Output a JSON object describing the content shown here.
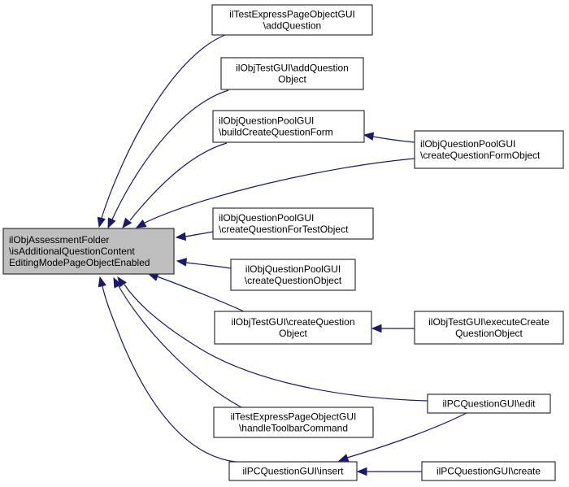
{
  "diagram": {
    "type": "call-graph",
    "edge_color": "#191970",
    "root_fill": "#bfbfbf",
    "node_fill": "#ffffff",
    "nodes": [
      {
        "id": "root",
        "lines": [
          "ilObjAssessmentFolder",
          "\\isAdditionalQuestionContent",
          "EditingModePageObjectEnabled"
        ],
        "align": "left",
        "root": true
      },
      {
        "id": "tepo_addq",
        "lines": [
          "ilTestExpressPageObjectGUI",
          "\\addQuestion"
        ],
        "align": "center"
      },
      {
        "id": "ot_addqo",
        "lines": [
          "ilObjTestGUI\\addQuestion",
          "Object"
        ],
        "align": "center"
      },
      {
        "id": "oqp_bcqf",
        "lines": [
          "ilObjQuestionPoolGUI",
          "\\buildCreateQuestionForm"
        ],
        "align": "left"
      },
      {
        "id": "oqp_cqfo",
        "lines": [
          "ilObjQuestionPoolGUI",
          "\\createQuestionFormObject"
        ],
        "align": "left"
      },
      {
        "id": "oqp_cqfto",
        "lines": [
          "ilObjQuestionPoolGUI",
          "\\createQuestionForTestObject"
        ],
        "align": "left"
      },
      {
        "id": "oqp_cqo",
        "lines": [
          "ilObjQuestionPoolGUI",
          "\\createQuestionObject"
        ],
        "align": "center"
      },
      {
        "id": "ot_cqo",
        "lines": [
          "ilObjTestGUI\\createQuestion",
          "Object"
        ],
        "align": "center"
      },
      {
        "id": "ot_ecqo",
        "lines": [
          "ilObjTestGUI\\executeCreate",
          "QuestionObject"
        ],
        "align": "center"
      },
      {
        "id": "pcq_edit",
        "lines": [
          "ilPCQuestionGUI\\edit"
        ],
        "align": "center"
      },
      {
        "id": "tepo_htc",
        "lines": [
          "ilTestExpressPageObjectGUI",
          "\\handleToolbarCommand"
        ],
        "align": "center"
      },
      {
        "id": "pcq_insert",
        "lines": [
          "ilPCQuestionGUI\\insert"
        ],
        "align": "center"
      },
      {
        "id": "pcq_create",
        "lines": [
          "ilPCQuestionGUI\\create"
        ],
        "align": "center"
      }
    ],
    "edges": [
      {
        "from": "tepo_addq",
        "to": "root"
      },
      {
        "from": "ot_addqo",
        "to": "root"
      },
      {
        "from": "oqp_bcqf",
        "to": "root"
      },
      {
        "from": "oqp_cqfo",
        "to": "root"
      },
      {
        "from": "oqp_cqfo",
        "to": "oqp_bcqf"
      },
      {
        "from": "oqp_cqfto",
        "to": "root"
      },
      {
        "from": "oqp_cqo",
        "to": "root"
      },
      {
        "from": "ot_cqo",
        "to": "root"
      },
      {
        "from": "ot_ecqo",
        "to": "ot_cqo"
      },
      {
        "from": "pcq_edit",
        "to": "root"
      },
      {
        "from": "tepo_htc",
        "to": "root"
      },
      {
        "from": "pcq_insert",
        "to": "root"
      },
      {
        "from": "pcq_edit",
        "to": "pcq_insert"
      },
      {
        "from": "pcq_create",
        "to": "pcq_insert"
      }
    ]
  }
}
